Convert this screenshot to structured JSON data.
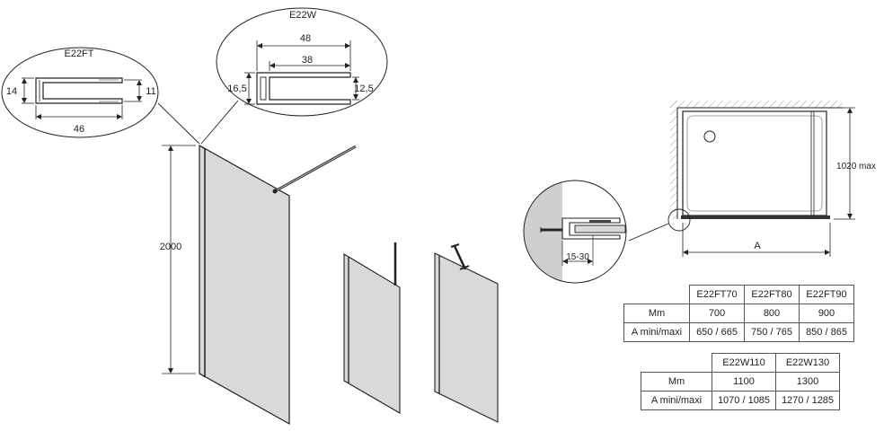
{
  "profiles": {
    "e22ft": {
      "label": "E22FT",
      "dim_height_outer": "14",
      "dim_height_inner": "11",
      "dim_width": "46"
    },
    "e22w": {
      "label": "E22W",
      "dim_width_outer": "48",
      "dim_width_inner": "38",
      "dim_height_outer": "16,5",
      "dim_height_inner": "12,5"
    }
  },
  "panel": {
    "height_label": "2000"
  },
  "plan_view": {
    "height_label": "1020 max",
    "width_label": "A"
  },
  "detail": {
    "gap_label": "15-30"
  },
  "table_ft": {
    "headers": [
      "E22FT70",
      "E22FT80",
      "E22FT90"
    ],
    "rows": [
      {
        "label": "Mm",
        "values": [
          "700",
          "800",
          "900"
        ]
      },
      {
        "label": "A mini/maxi",
        "values": [
          "650 / 665",
          "750 / 765",
          "850 / 865"
        ]
      }
    ]
  },
  "table_w": {
    "headers": [
      "E22W110",
      "E22W130"
    ],
    "rows": [
      {
        "label": "Mm",
        "values": [
          "1100",
          "1300"
        ]
      },
      {
        "label": "A mini/maxi",
        "values": [
          "1070 / 1085",
          "1270 / 1285"
        ]
      }
    ]
  }
}
